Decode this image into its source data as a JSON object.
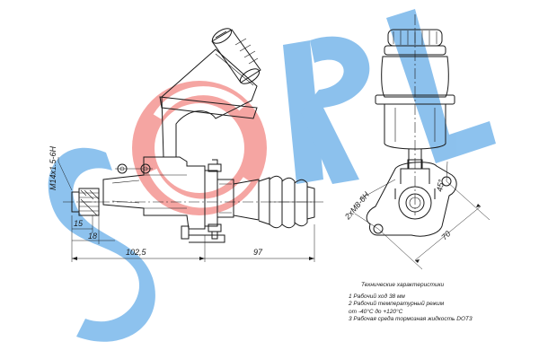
{
  "watermark": {
    "text": "SORL",
    "color": "#2a86d6",
    "accent": "#e8322b"
  },
  "dimensions": {
    "thread_left": "M14x1.5-6H",
    "d15": "15",
    "d18": "18",
    "d102_5": "102,5",
    "d97": "97",
    "thread_right": "2xM8-6H",
    "d70": "70",
    "angle": "45°"
  },
  "specs": {
    "title": "Технические характеристики",
    "items": [
      "1 Рабочий ход 38 мм",
      "2 Рабочий температурный режим",
      "от -40°С до +120°С",
      "3 Рабочая среда тормозная жидкость DOT3"
    ]
  }
}
